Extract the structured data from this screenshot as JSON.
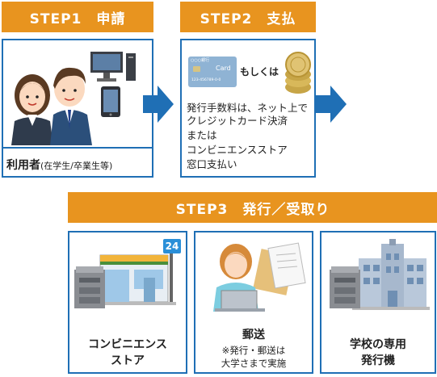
{
  "step1": {
    "header": "STEP1　申請",
    "label_main": "利用者",
    "label_sub": "(在学生/卒業生等)"
  },
  "step2": {
    "header": "STEP2　支払",
    "card_bank": "○○○銀行",
    "card_text": "Card",
    "card_number": "123-456789-0-0",
    "or_text": "もしくは",
    "desc_line1": "発行手数料は、ネット上で",
    "desc_line2": "クレジットカード決済",
    "desc_line3": "または",
    "desc_line4": "コンビニエンスストア",
    "desc_line5": "窓口支払い"
  },
  "step3": {
    "header": "STEP3　発行／受取り",
    "store_badge": "24",
    "store_line1": "コンビニエンス",
    "store_line2": "ストア",
    "mail_title": "郵送",
    "mail_note1": "※発行・郵送は",
    "mail_note2": "大学さまで実施",
    "school_line1": "学校の専用",
    "school_line2": "発行機"
  },
  "colors": {
    "header_orange": "#e8941f",
    "border_blue": "#1f6fb5",
    "arrow_blue": "#1f6fb5"
  }
}
